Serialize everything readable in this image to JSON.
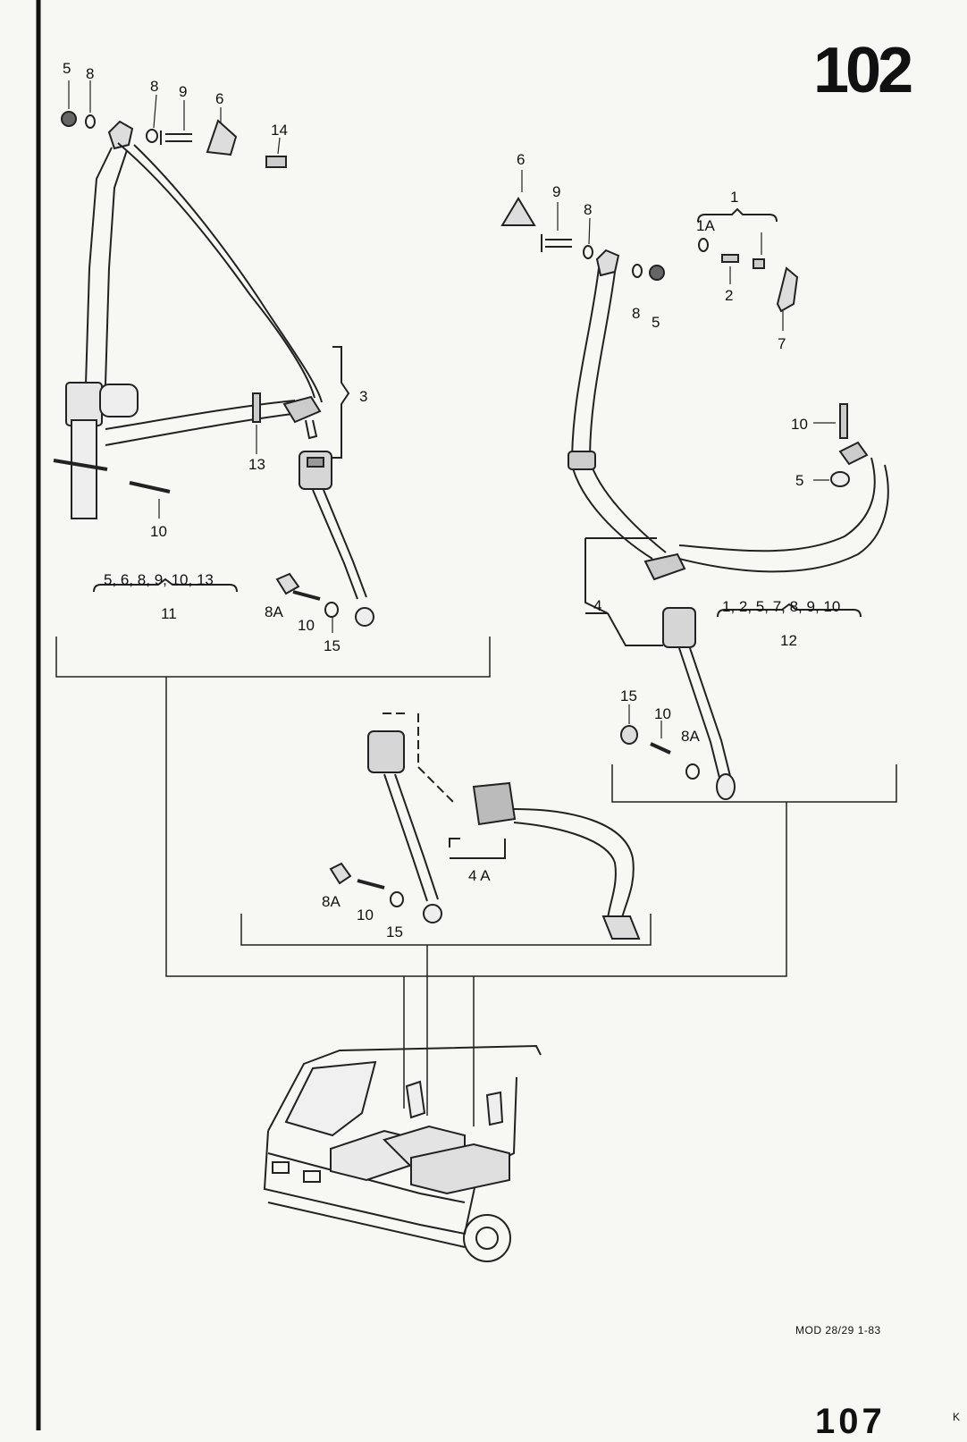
{
  "page_number": "102",
  "footer": "MOD 28/29  1-83",
  "bleed_text": "107",
  "edge_mark": "K",
  "callouts": {
    "c5a": "5",
    "c8a": "8",
    "c8b": "8",
    "c9a": "9",
    "c6a": "6",
    "c14": "14",
    "c3": "3",
    "c13": "13",
    "c10a": "10",
    "g11_list": "5, 6, 8, 9, 10, 13",
    "g11": "11",
    "c8A_a": "8A",
    "c10b": "10",
    "c15a": "15",
    "c6b": "6",
    "c9b": "9",
    "c8c": "8",
    "c1": "1",
    "c1A": "1A",
    "c2": "2",
    "c8d": "8",
    "c5b": "5",
    "c7": "7",
    "c10c": "10",
    "c5c": "5",
    "c4": "4",
    "g12_list": "1, 2, 5, 7, 8, 9, 10",
    "g12": "12",
    "c15b": "15",
    "c10d": "10",
    "c8A_b": "8A",
    "c4A": "4 A",
    "c8A_c": "8A",
    "c10e": "10",
    "c15c": "15"
  }
}
